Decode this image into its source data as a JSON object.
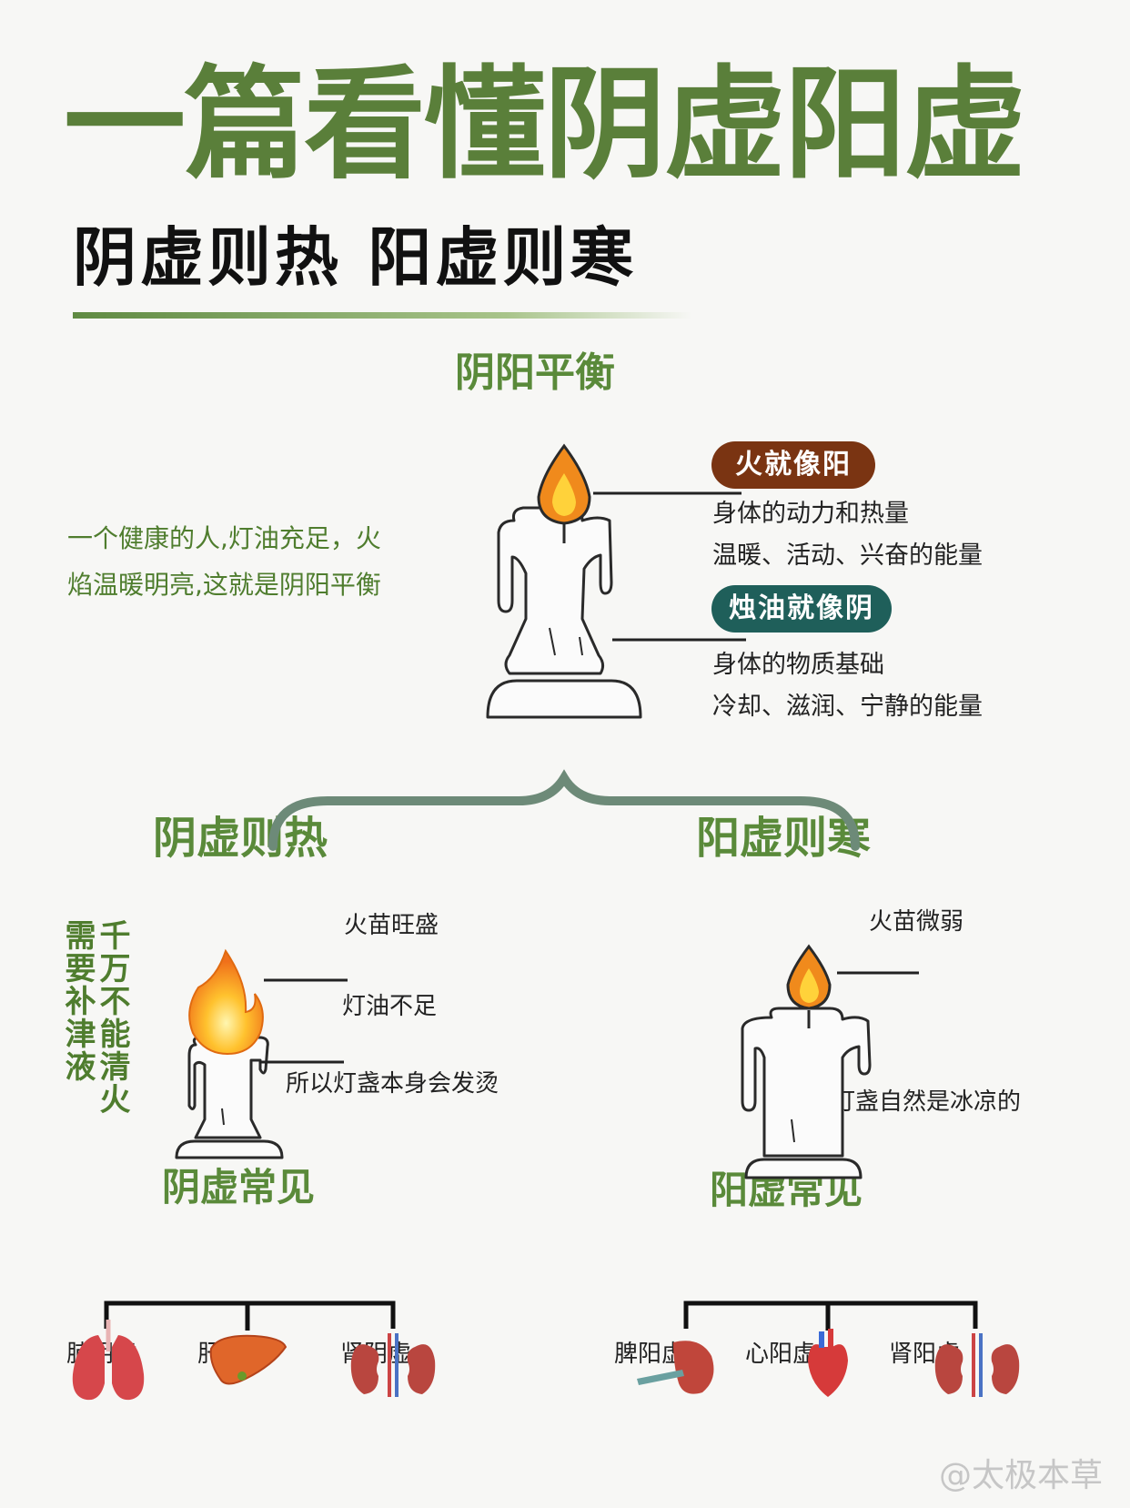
{
  "title": "一篇看懂阴虚阳虚",
  "subtitle": "阴虚则热 阳虚则寒",
  "balance": {
    "heading": "阴阳平衡",
    "intro_line1": "一个健康的人,灯油充足，火",
    "intro_line2": "焰温暖明亮,这就是阴阳平衡",
    "fire": {
      "pill": "火就像阳",
      "line1": "身体的动力和热量",
      "line2": "温暖、活动、兴奋的能量",
      "pill_color": "#7a3412"
    },
    "oil": {
      "pill": "烛油就像阴",
      "line1": "身体的物质基础",
      "line2": "冷却、滋润、宁静的能量",
      "pill_color": "#1f5f5a"
    }
  },
  "yin_def": {
    "heading": "阴虚则热",
    "flame_label": "火苗旺盛",
    "oil_label": "灯油不足",
    "result_label": "所以灯盏本身会发烫",
    "side_note_1": "千万不能清火",
    "side_note_2": "需要补津液"
  },
  "yang_def": {
    "heading": "阳虚则寒",
    "flame_label": "火苗微弱",
    "result_label": "灯盏自然是冰凉的"
  },
  "yin_common": {
    "heading": "阴虚常见",
    "items": [
      "肺阴虚",
      "肝阴虚",
      "肾阴虚"
    ]
  },
  "yang_common": {
    "heading": "阳虚常见",
    "items": [
      "脾阳虚",
      "心阳虚",
      "肾阳虚"
    ]
  },
  "watermark": "@太极本草",
  "colors": {
    "accent_green": "#5a8a3a",
    "flame_orange": "#f08a1c",
    "organ_red": "#c0392b"
  }
}
